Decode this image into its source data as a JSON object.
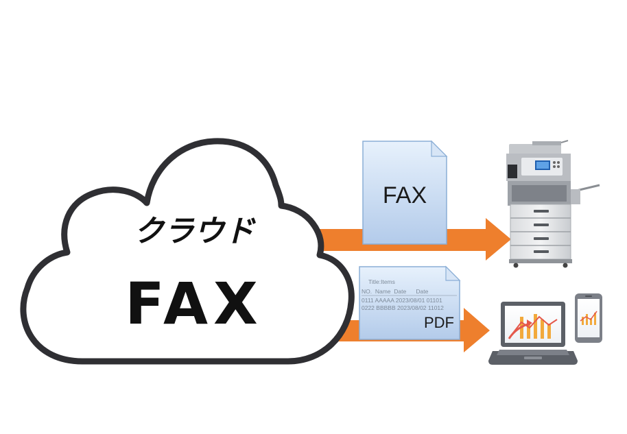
{
  "cloud": {
    "line1": "クラウド",
    "line2": "FAX"
  },
  "fax_doc": {
    "label": "FAX"
  },
  "pdf_doc": {
    "label": "PDF",
    "preview": {
      "title": "Title:Items",
      "header": "NO.  Name  Date      Date",
      "row1": "0111 AAAAA 2023/08/01 01101",
      "row2": "0222 BBBBB 2023/08/02 11012"
    }
  },
  "colors": {
    "arrow": "#ee7f2d",
    "cloud_outline": "#2f2f33",
    "doc_fill_top": "#e3eefb",
    "doc_fill_bottom": "#b5cdec",
    "doc_border": "#8aaed6",
    "chart_orange": "#f2a93b",
    "chart_red": "#e4584b"
  },
  "icons": [
    "cloud-icon",
    "document-icon",
    "copier-printer-icon",
    "laptop-icon",
    "smartphone-icon",
    "arrow-right-icon"
  ]
}
